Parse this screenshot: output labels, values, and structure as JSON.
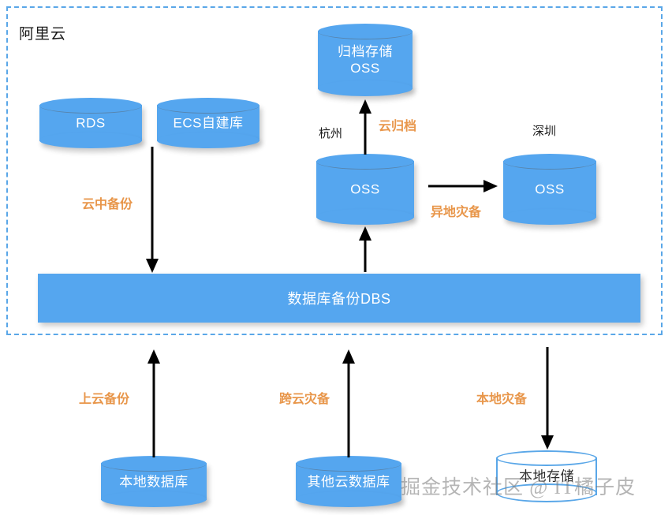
{
  "diagram": {
    "cloud_boundary": {
      "title": "阿里云"
    },
    "nodes": [
      {
        "id": "rds",
        "label": "RDS",
        "shape": "cylinder-filled"
      },
      {
        "id": "ecs",
        "label": "ECS自建库",
        "shape": "cylinder-filled"
      },
      {
        "id": "archive_oss",
        "label": "归档存储\nOSS",
        "line1": "归档存储",
        "line2": "OSS",
        "shape": "cylinder-filled"
      },
      {
        "id": "hangzhou_oss",
        "label": "OSS",
        "shape": "cylinder-filled"
      },
      {
        "id": "shenzhen_oss",
        "label": "OSS",
        "shape": "cylinder-filled"
      },
      {
        "id": "dbs",
        "label": "数据库备份DBS",
        "shape": "bar"
      },
      {
        "id": "local_db",
        "label": "本地数据库",
        "shape": "cylinder-filled"
      },
      {
        "id": "other_cloud_db",
        "label": "其他云数据库",
        "shape": "cylinder-filled"
      },
      {
        "id": "local_storage",
        "label": "本地存储",
        "shape": "cylinder-outline"
      }
    ],
    "region_labels": [
      {
        "id": "hangzhou",
        "text": "杭州"
      },
      {
        "id": "shenzhen",
        "text": "深圳"
      }
    ],
    "flow_labels": [
      {
        "id": "cloud_backup",
        "text": "云中备份"
      },
      {
        "id": "cloud_archive",
        "text": "云归档"
      },
      {
        "id": "remote_dr",
        "text": "异地灾备"
      },
      {
        "id": "upload_to_cloud",
        "text": "上云备份"
      },
      {
        "id": "cross_cloud_dr",
        "text": "跨云灾备"
      },
      {
        "id": "local_dr",
        "text": "本地灾备"
      }
    ],
    "watermark": "掘金技术社区 @ IT橘子皮",
    "colors": {
      "node_fill": "#55a6ef",
      "boundary": "#5aa7e8",
      "flow_label": "#e8964a",
      "node_text": "#ffffff",
      "background": "#ffffff",
      "arrow": "#000000"
    }
  }
}
